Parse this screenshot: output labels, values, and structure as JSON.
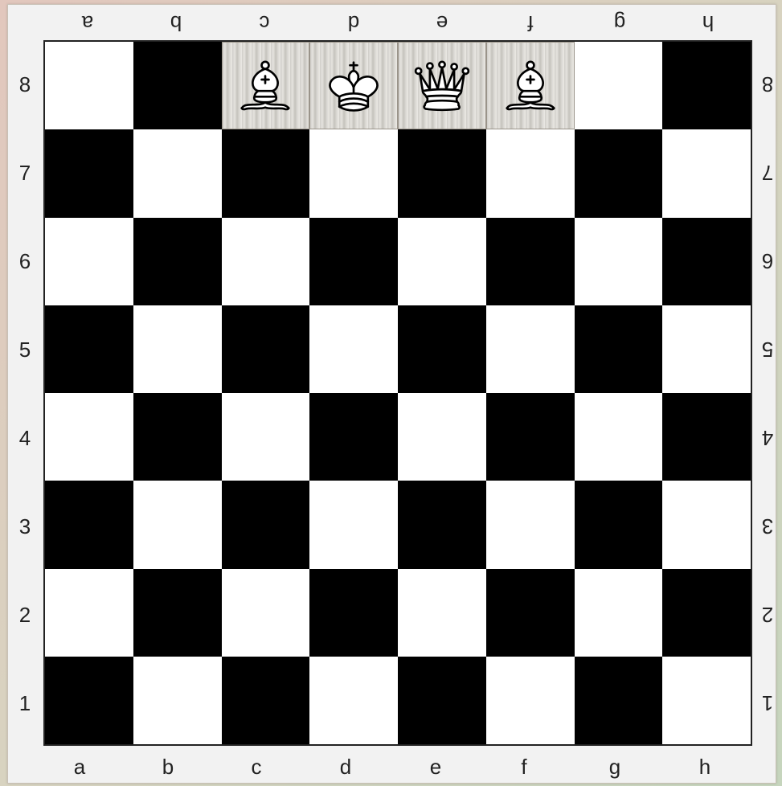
{
  "board": {
    "files": [
      "a",
      "b",
      "c",
      "d",
      "e",
      "f",
      "g",
      "h"
    ],
    "ranks": [
      "8",
      "7",
      "6",
      "5",
      "4",
      "3",
      "2",
      "1"
    ],
    "colors": {
      "light": "#ffffff",
      "dark": "#000000"
    },
    "pieces": [
      {
        "square": "c8",
        "type": "bishop",
        "color": "white",
        "icon": "white-bishop-icon"
      },
      {
        "square": "d8",
        "type": "king",
        "color": "white",
        "icon": "white-king-icon"
      },
      {
        "square": "e8",
        "type": "queen",
        "color": "white",
        "icon": "white-queen-icon"
      },
      {
        "square": "f8",
        "type": "bishop",
        "color": "white",
        "icon": "white-bishop-icon"
      }
    ]
  }
}
